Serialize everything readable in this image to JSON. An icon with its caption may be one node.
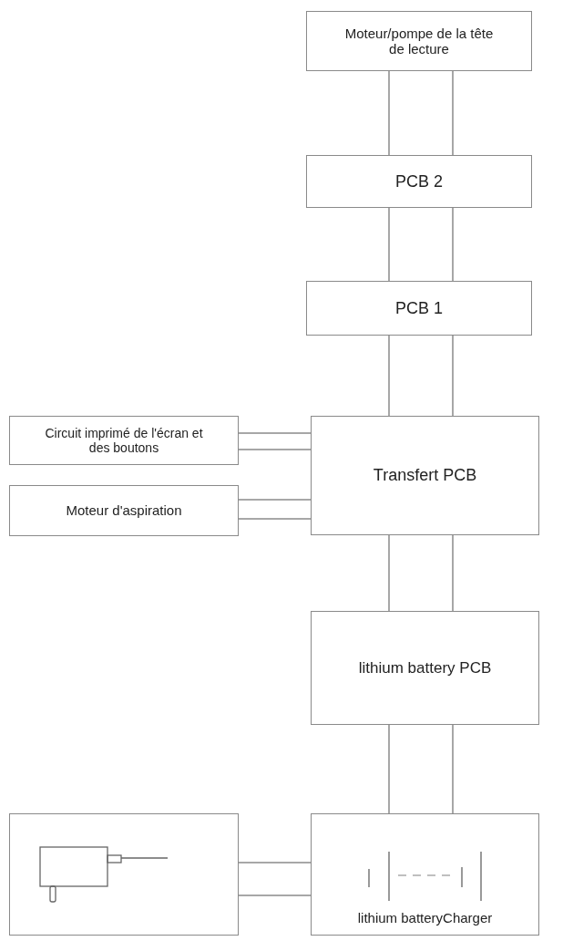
{
  "diagram": {
    "nodes": [
      {
        "text": [
          "Moteur/pompe de la tête de lecture"
        ]
      },
      {
        "text": [
          "PCB 2"
        ]
      },
      {
        "text": [
          "PCB 1"
        ]
      },
      {
        "text": [
          "Circuit imprimé de l'écran et des boutons"
        ]
      },
      {
        "text": [
          "Transfert PCB"
        ]
      },
      {
        "text": [
          "Moteur d'aspiration"
        ]
      },
      {
        "text": [
          "lithium battery PCB"
        ]
      },
      {
        "text": [],
        "shape": "box"
      },
      {
        "text": [
          "lithium batteryCharger"
        ]
      }
    ],
    "edges": [
      {
        "from": 0,
        "to": 1,
        "arrow": "none"
      },
      {
        "from": 0,
        "to": 1,
        "arrow": "none"
      },
      {
        "from": 1,
        "to": 2,
        "arrow": "none"
      },
      {
        "from": 1,
        "to": 2,
        "arrow": "none"
      },
      {
        "from": 2,
        "to": 4,
        "arrow": "none"
      },
      {
        "from": 2,
        "to": 4,
        "arrow": "none"
      },
      {
        "from": 3,
        "to": 4,
        "arrow": "none"
      },
      {
        "from": 3,
        "to": 4,
        "arrow": "none"
      },
      {
        "from": 5,
        "to": 4,
        "arrow": "none"
      },
      {
        "from": 5,
        "to": 4,
        "arrow": "none"
      },
      {
        "from": 4,
        "to": 6,
        "arrow": "none"
      },
      {
        "from": 4,
        "to": 6,
        "arrow": "none"
      },
      {
        "from": 6,
        "to": 8,
        "arrow": "none"
      },
      {
        "from": 6,
        "to": 8,
        "arrow": "none"
      },
      {
        "from": 7,
        "to": 8,
        "arrow": "none"
      },
      {
        "from": 7,
        "to": 8,
        "arrow": "none"
      }
    ]
  }
}
